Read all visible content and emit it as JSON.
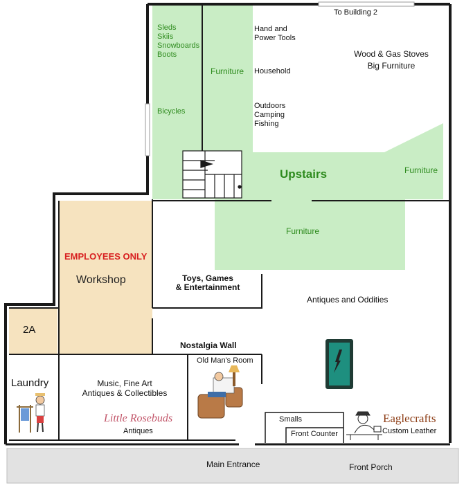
{
  "rooms": {
    "to_building_2": "To Building 2",
    "winter_gear": "Sleds\nSkiis\nSnowboards\nBoots",
    "bicycles": "Bicycles",
    "furniture_upper": "Furniture",
    "tools": "Hand and\nPower Tools",
    "household": "Household",
    "outdoors": "Outdoors\nCamping\nFishing",
    "stoves": "Wood & Gas Stoves\nBig Furniture",
    "upstairs": "Upstairs",
    "furniture_right": "Furniture",
    "furniture_center": "Furniture",
    "employees_only": "EMPLOYEES ONLY",
    "workshop": "Workshop",
    "room_2a": "2A",
    "toys": "Toys, Games\n& Entertainment",
    "antiques_oddities": "Antiques and Oddities",
    "nostalgia_wall": "Nostalgia Wall",
    "old_mans_room": "Old Man's Room",
    "laundry": "Laundry",
    "music": "Music, Fine Art\nAntiques & Collectibles",
    "little_rosebuds": "Little Rosebuds",
    "rosebuds_antiques": "Antiques",
    "smalls": "Smalls",
    "front_counter": "Front Counter",
    "eaglecrafts": "Eaglecrafts",
    "custom_leather": "Custom Leather",
    "main_entrance": "Main Entrance",
    "front_porch": "Front Porch"
  },
  "colors": {
    "upstairs_area": "#c9edc5",
    "workshop_area": "#f6e3bf",
    "walls": "#1a1a1a",
    "porch": "#e2e2e2",
    "label_green": "#2e8b1e",
    "label_red": "#d81f1f"
  },
  "icons": [
    "stairs-icon",
    "pool-table-icon",
    "laundry-person-icon",
    "old-man-armchair-icon",
    "leather-worker-icon"
  ]
}
